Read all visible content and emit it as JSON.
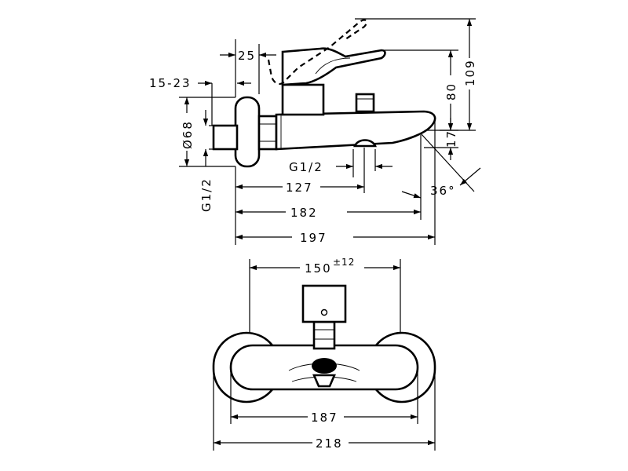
{
  "side_view": {
    "dims": {
      "d25": "25",
      "d15_23": "15-23",
      "d68": "Ø68",
      "g12_side": "G1/2",
      "g12_outlet": "G1/2",
      "d127": "127",
      "d182": "182",
      "d197": "197",
      "d80": "80",
      "d109": "109",
      "d17": "17",
      "d36": "36°"
    }
  },
  "front_view": {
    "dims": {
      "d150_main": "150",
      "d150_tol": "±12",
      "d187": "187",
      "d218": "218"
    }
  }
}
